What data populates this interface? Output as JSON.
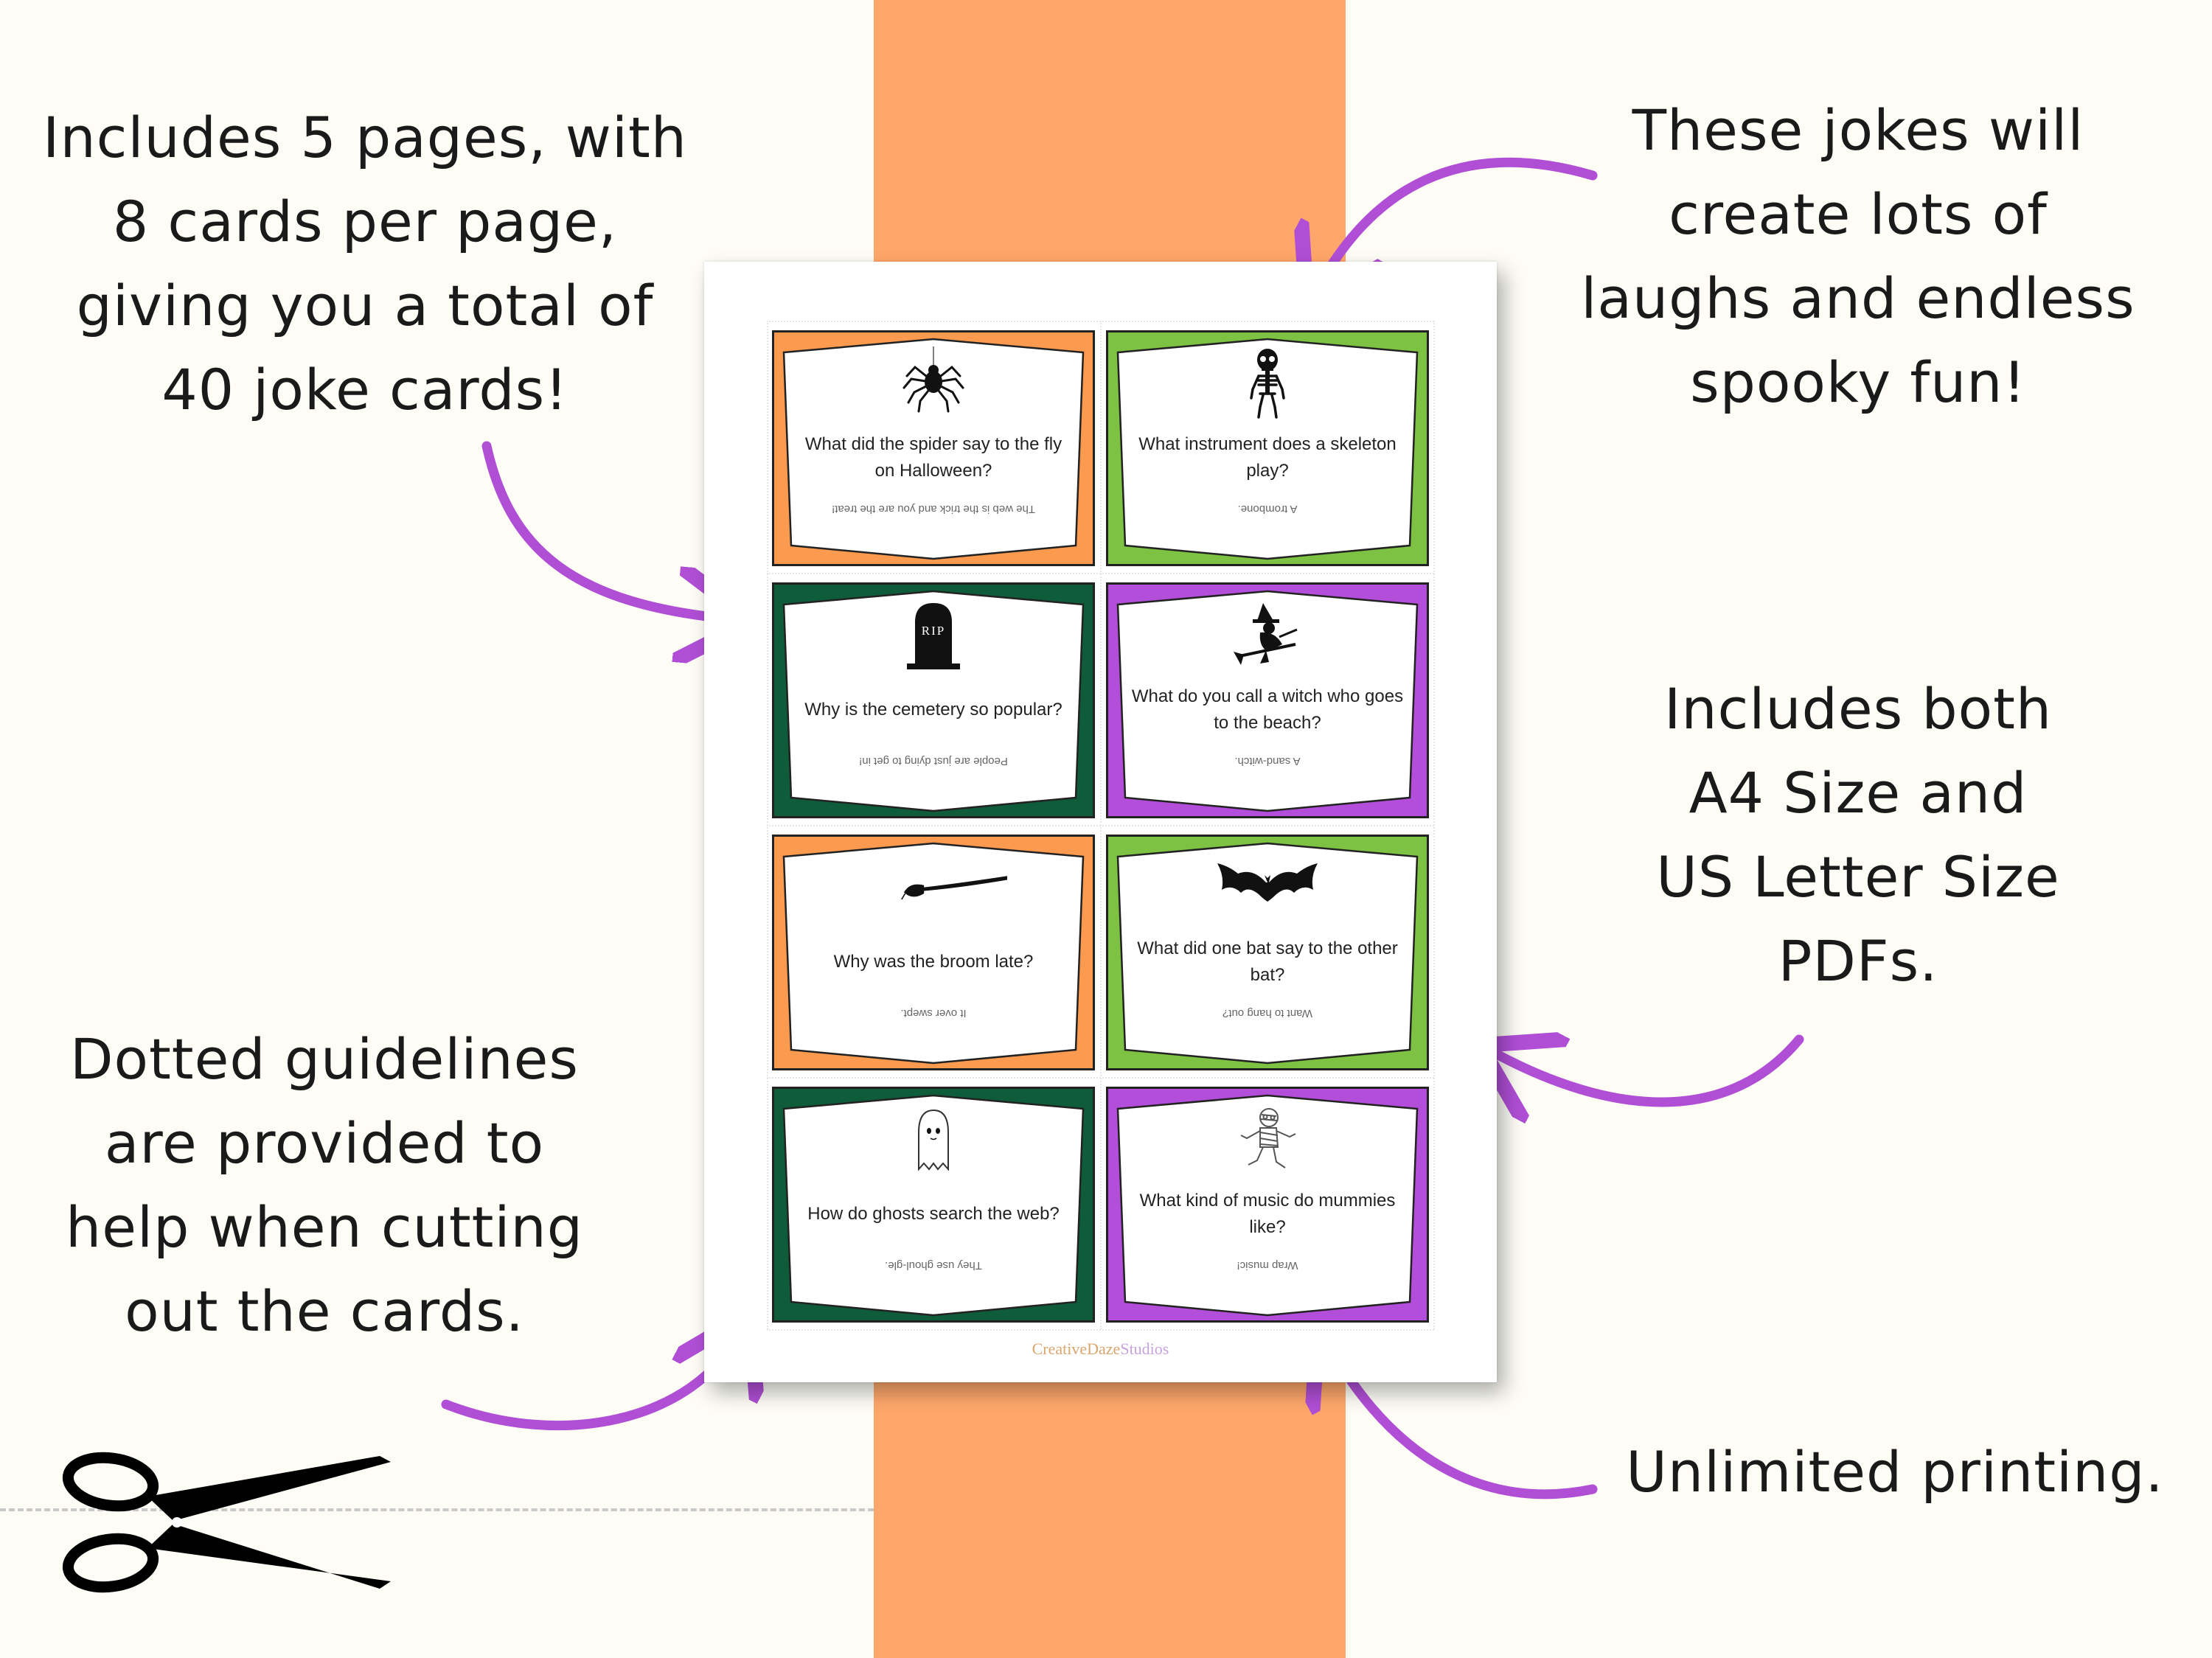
{
  "captions": {
    "top_left": [
      "Includes 5 pages, with",
      "8 cards per page,",
      "giving you a total of",
      "40 joke cards!"
    ],
    "top_right": [
      "These jokes will",
      "create lots of",
      "laughs and endless",
      "spooky fun!"
    ],
    "mid_right": [
      "Includes both",
      "A4 Size and",
      "US Letter Size",
      "PDFs."
    ],
    "bottom_left": [
      "Dotted guidelines",
      "are provided to",
      "help when cutting",
      "out the cards."
    ],
    "bottom_right": [
      "Unlimited printing."
    ]
  },
  "colors": {
    "background": "#fdfcf5",
    "stripe": "#ffa76a",
    "arrow": "#b04fd6",
    "card_orange": "#fc9b4f",
    "card_light_green": "#7dc242",
    "card_dark_green": "#0e5c3a",
    "card_purple": "#b24ed9"
  },
  "cards": [
    {
      "question": "What did the spider say to the fly on Halloween?",
      "answer": "The web is the trick and you are the treat!",
      "icon": "spider-icon",
      "color": "#fc9b4f"
    },
    {
      "question": "What instrument does a skeleton play?",
      "answer": "A trombone.",
      "icon": "skeleton-icon",
      "color": "#7dc242"
    },
    {
      "question": "Why is the cemetery so popular?",
      "answer": "People are just dying to get in!",
      "icon": "gravestone-icon",
      "gravestone_text": "RIP",
      "color": "#0e5c3a"
    },
    {
      "question": "What do you call a witch who goes to the beach?",
      "answer": "A sand-witch.",
      "icon": "witch-icon",
      "color": "#b24ed9"
    },
    {
      "question": "Why was the broom late?",
      "answer": "It over swept.",
      "icon": "broom-icon",
      "color": "#fc9b4f"
    },
    {
      "question": "What did one bat say to the other bat?",
      "answer": "Want to hang out?",
      "icon": "bat-icon",
      "color": "#7dc242"
    },
    {
      "question": "How do ghosts search the web?",
      "answer": "They use ghoul-gle.",
      "icon": "ghost-icon",
      "color": "#0e5c3a"
    },
    {
      "question": "What kind of music do mummies like?",
      "answer": "Wrap music!",
      "icon": "mummy-icon",
      "color": "#b24ed9"
    }
  ],
  "brand": {
    "part1": "CreativeDaze",
    "part2": "Studios"
  },
  "decor": {
    "scissors_icon": "scissors-icon"
  }
}
